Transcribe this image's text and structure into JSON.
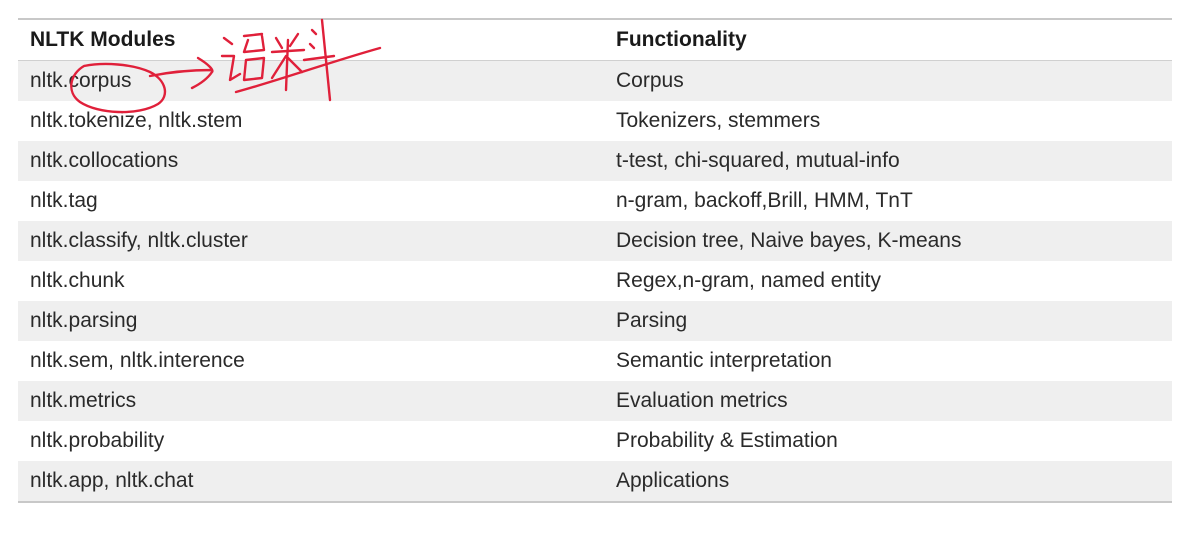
{
  "table": {
    "headers": [
      "NLTK Modules",
      "Functionality"
    ],
    "rows": [
      [
        "nltk.corpus",
        "Corpus"
      ],
      [
        "nltk.tokenize, nltk.stem",
        "Tokenizers, stemmers"
      ],
      [
        "nltk.collocations",
        "t-test, chi-squared, mutual-info"
      ],
      [
        "nltk.tag",
        "n-gram, backoff,Brill, HMM, TnT"
      ],
      [
        "nltk.classify, nltk.cluster",
        "Decision tree, Naive bayes, K-means"
      ],
      [
        "nltk.chunk",
        "Regex,n-gram, named entity"
      ],
      [
        "nltk.parsing",
        "Parsing"
      ],
      [
        "nltk.sem, nltk.interence",
        "Semantic interpretation"
      ],
      [
        "nltk.metrics",
        "Evaluation metrics"
      ],
      [
        "nltk.probability",
        "Probability & Estimation"
      ],
      [
        "nltk.app, nltk.chat",
        "Applications"
      ]
    ]
  },
  "annotation": {
    "handwritten_note": "语料",
    "ink_color": "#e0203a"
  }
}
